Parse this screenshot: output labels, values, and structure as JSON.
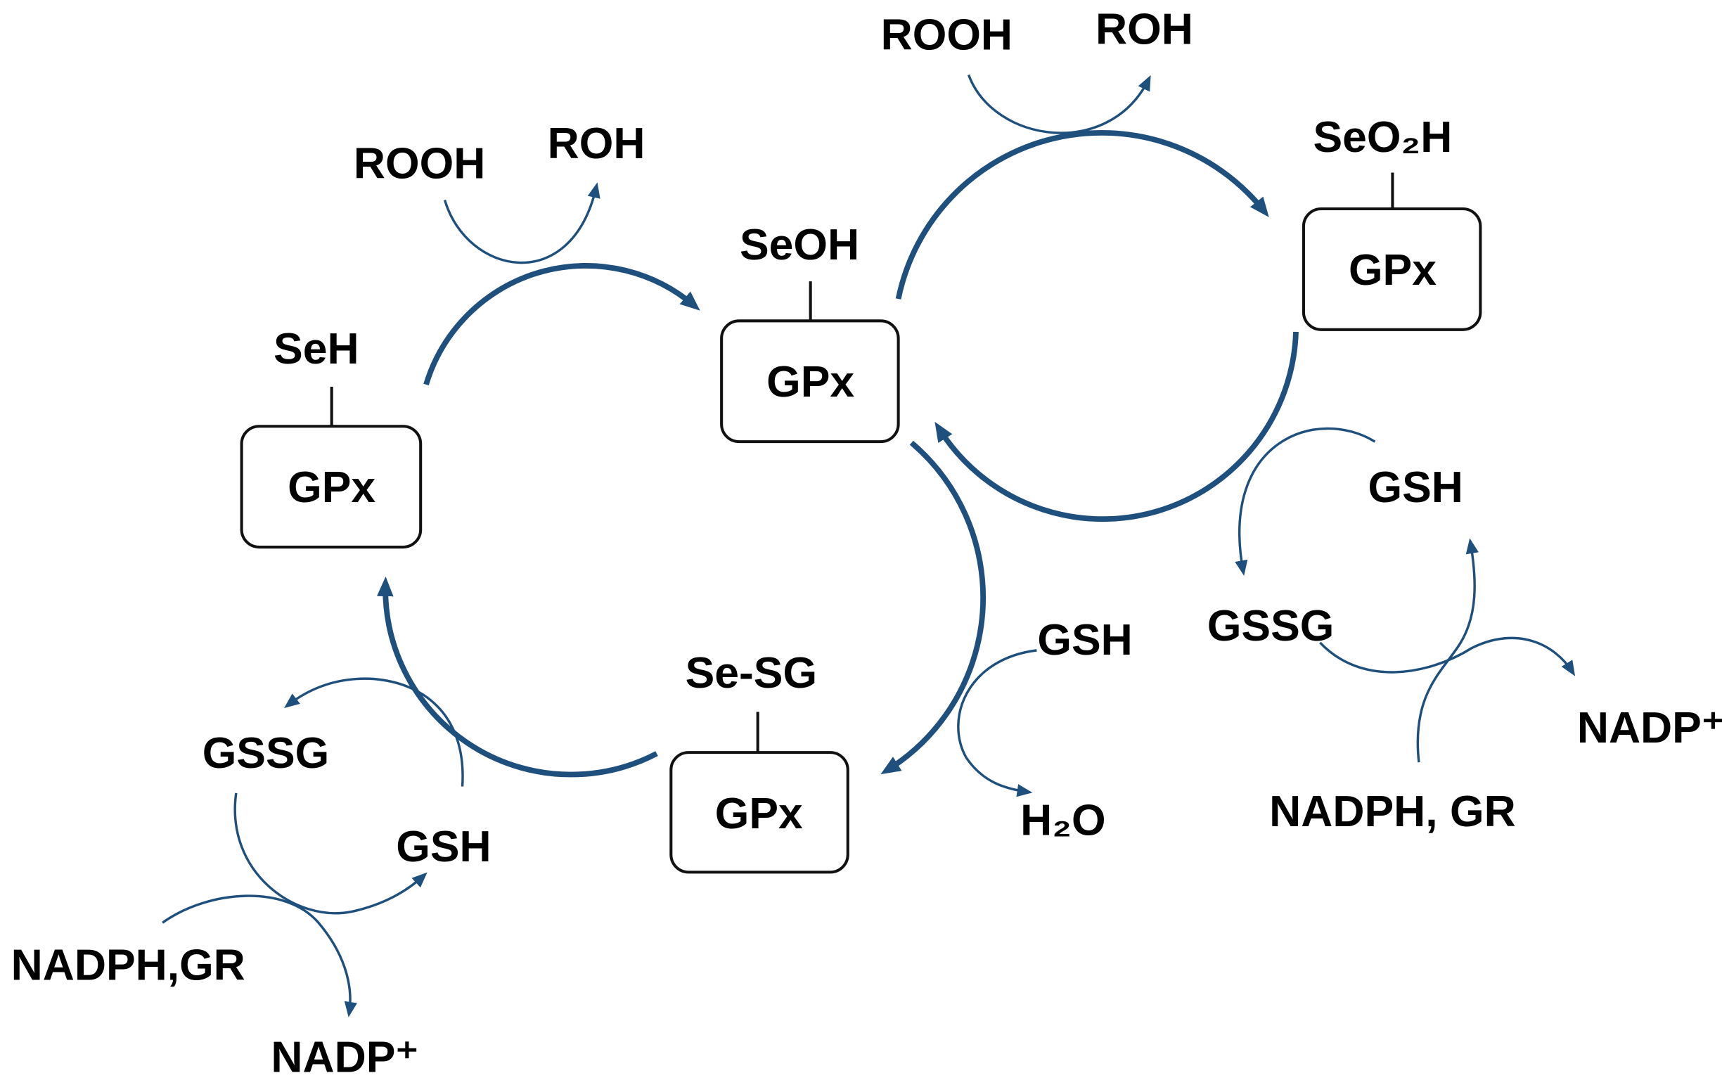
{
  "diagram": {
    "nodes": {
      "seh": {
        "enzyme": "GPx",
        "state": "SeH"
      },
      "seoh": {
        "enzyme": "GPx",
        "state": "SeOH"
      },
      "seo2h": {
        "enzyme": "GPx",
        "state": "SeO₂H"
      },
      "sesg": {
        "enzyme": "GPx",
        "state": "Se-SG"
      }
    },
    "reactions": {
      "seh_to_seoh": {
        "substrate": "ROOH",
        "product": "ROH"
      },
      "seoh_to_seo2h": {
        "substrate": "ROOH",
        "product": "ROH"
      },
      "seo2h_to_seoh": {
        "reductant": "GSH",
        "oxidized": "GSSG",
        "cofactor": "NADPH, GR",
        "cofactor_product": "NADP⁺"
      },
      "seoh_to_sesg": {
        "reductant": "GSH",
        "product": "H₂O"
      },
      "sesg_to_seh": {
        "reductant": "GSH",
        "oxidized": "GSSG",
        "cofactor": "NADPH,GR",
        "cofactor_product": "NADP⁺"
      }
    }
  },
  "colors": {
    "arrow": "#1f4f7c",
    "box_stroke": "#111111",
    "text": "#000000",
    "background": "#ffffff"
  }
}
